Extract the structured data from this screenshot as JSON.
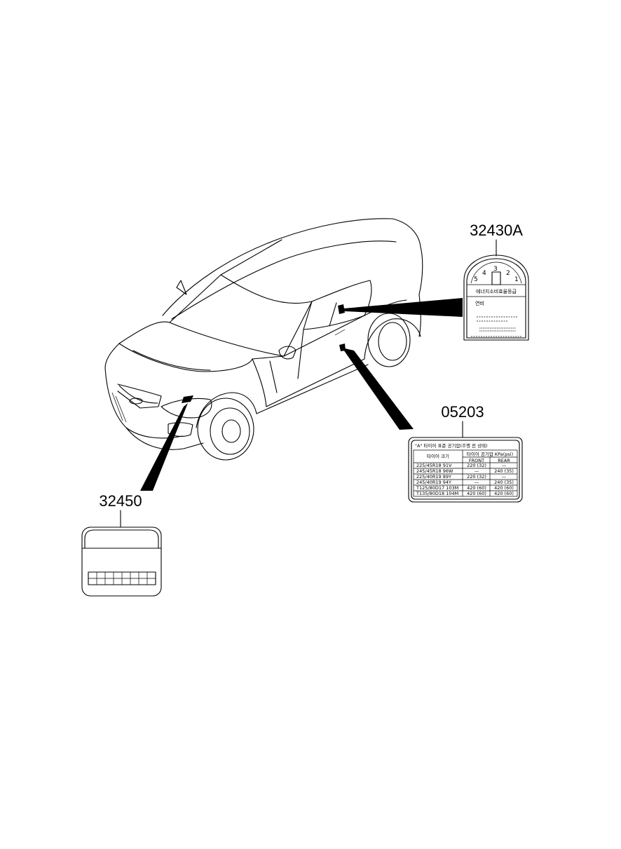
{
  "callouts": {
    "fuel_label": "32430A",
    "tire_label": "05203",
    "emission_label": "32450"
  },
  "fuel_label_art": {
    "title": "에너지소비효율등급",
    "grades": [
      "5",
      "4",
      "3",
      "2",
      "1"
    ],
    "fuel_economy_word": "연비"
  },
  "tire_label_art": {
    "header": "\"A\" 타이어 표준 공기압(주행 전 상태)",
    "col_tire": "타이어 크기",
    "col_pressure": "타이어 공기압 KPa(psi)",
    "col_front": "FRONT",
    "col_rear": "REAR",
    "rows": [
      [
        "225/45R18 91V",
        "220 (32)",
        "—"
      ],
      [
        "245/45R18 96W",
        "—",
        "240 (35)"
      ],
      [
        "225/40R19 89Y",
        "220 (32)",
        "—"
      ],
      [
        "245/40R19 94Y",
        "—",
        "240 (35)"
      ],
      [
        "T125/80D17 103M",
        "420 (60)",
        "420 (60)"
      ],
      [
        "T135/80D18 104M",
        "420 (60)",
        "420 (60)"
      ]
    ]
  }
}
